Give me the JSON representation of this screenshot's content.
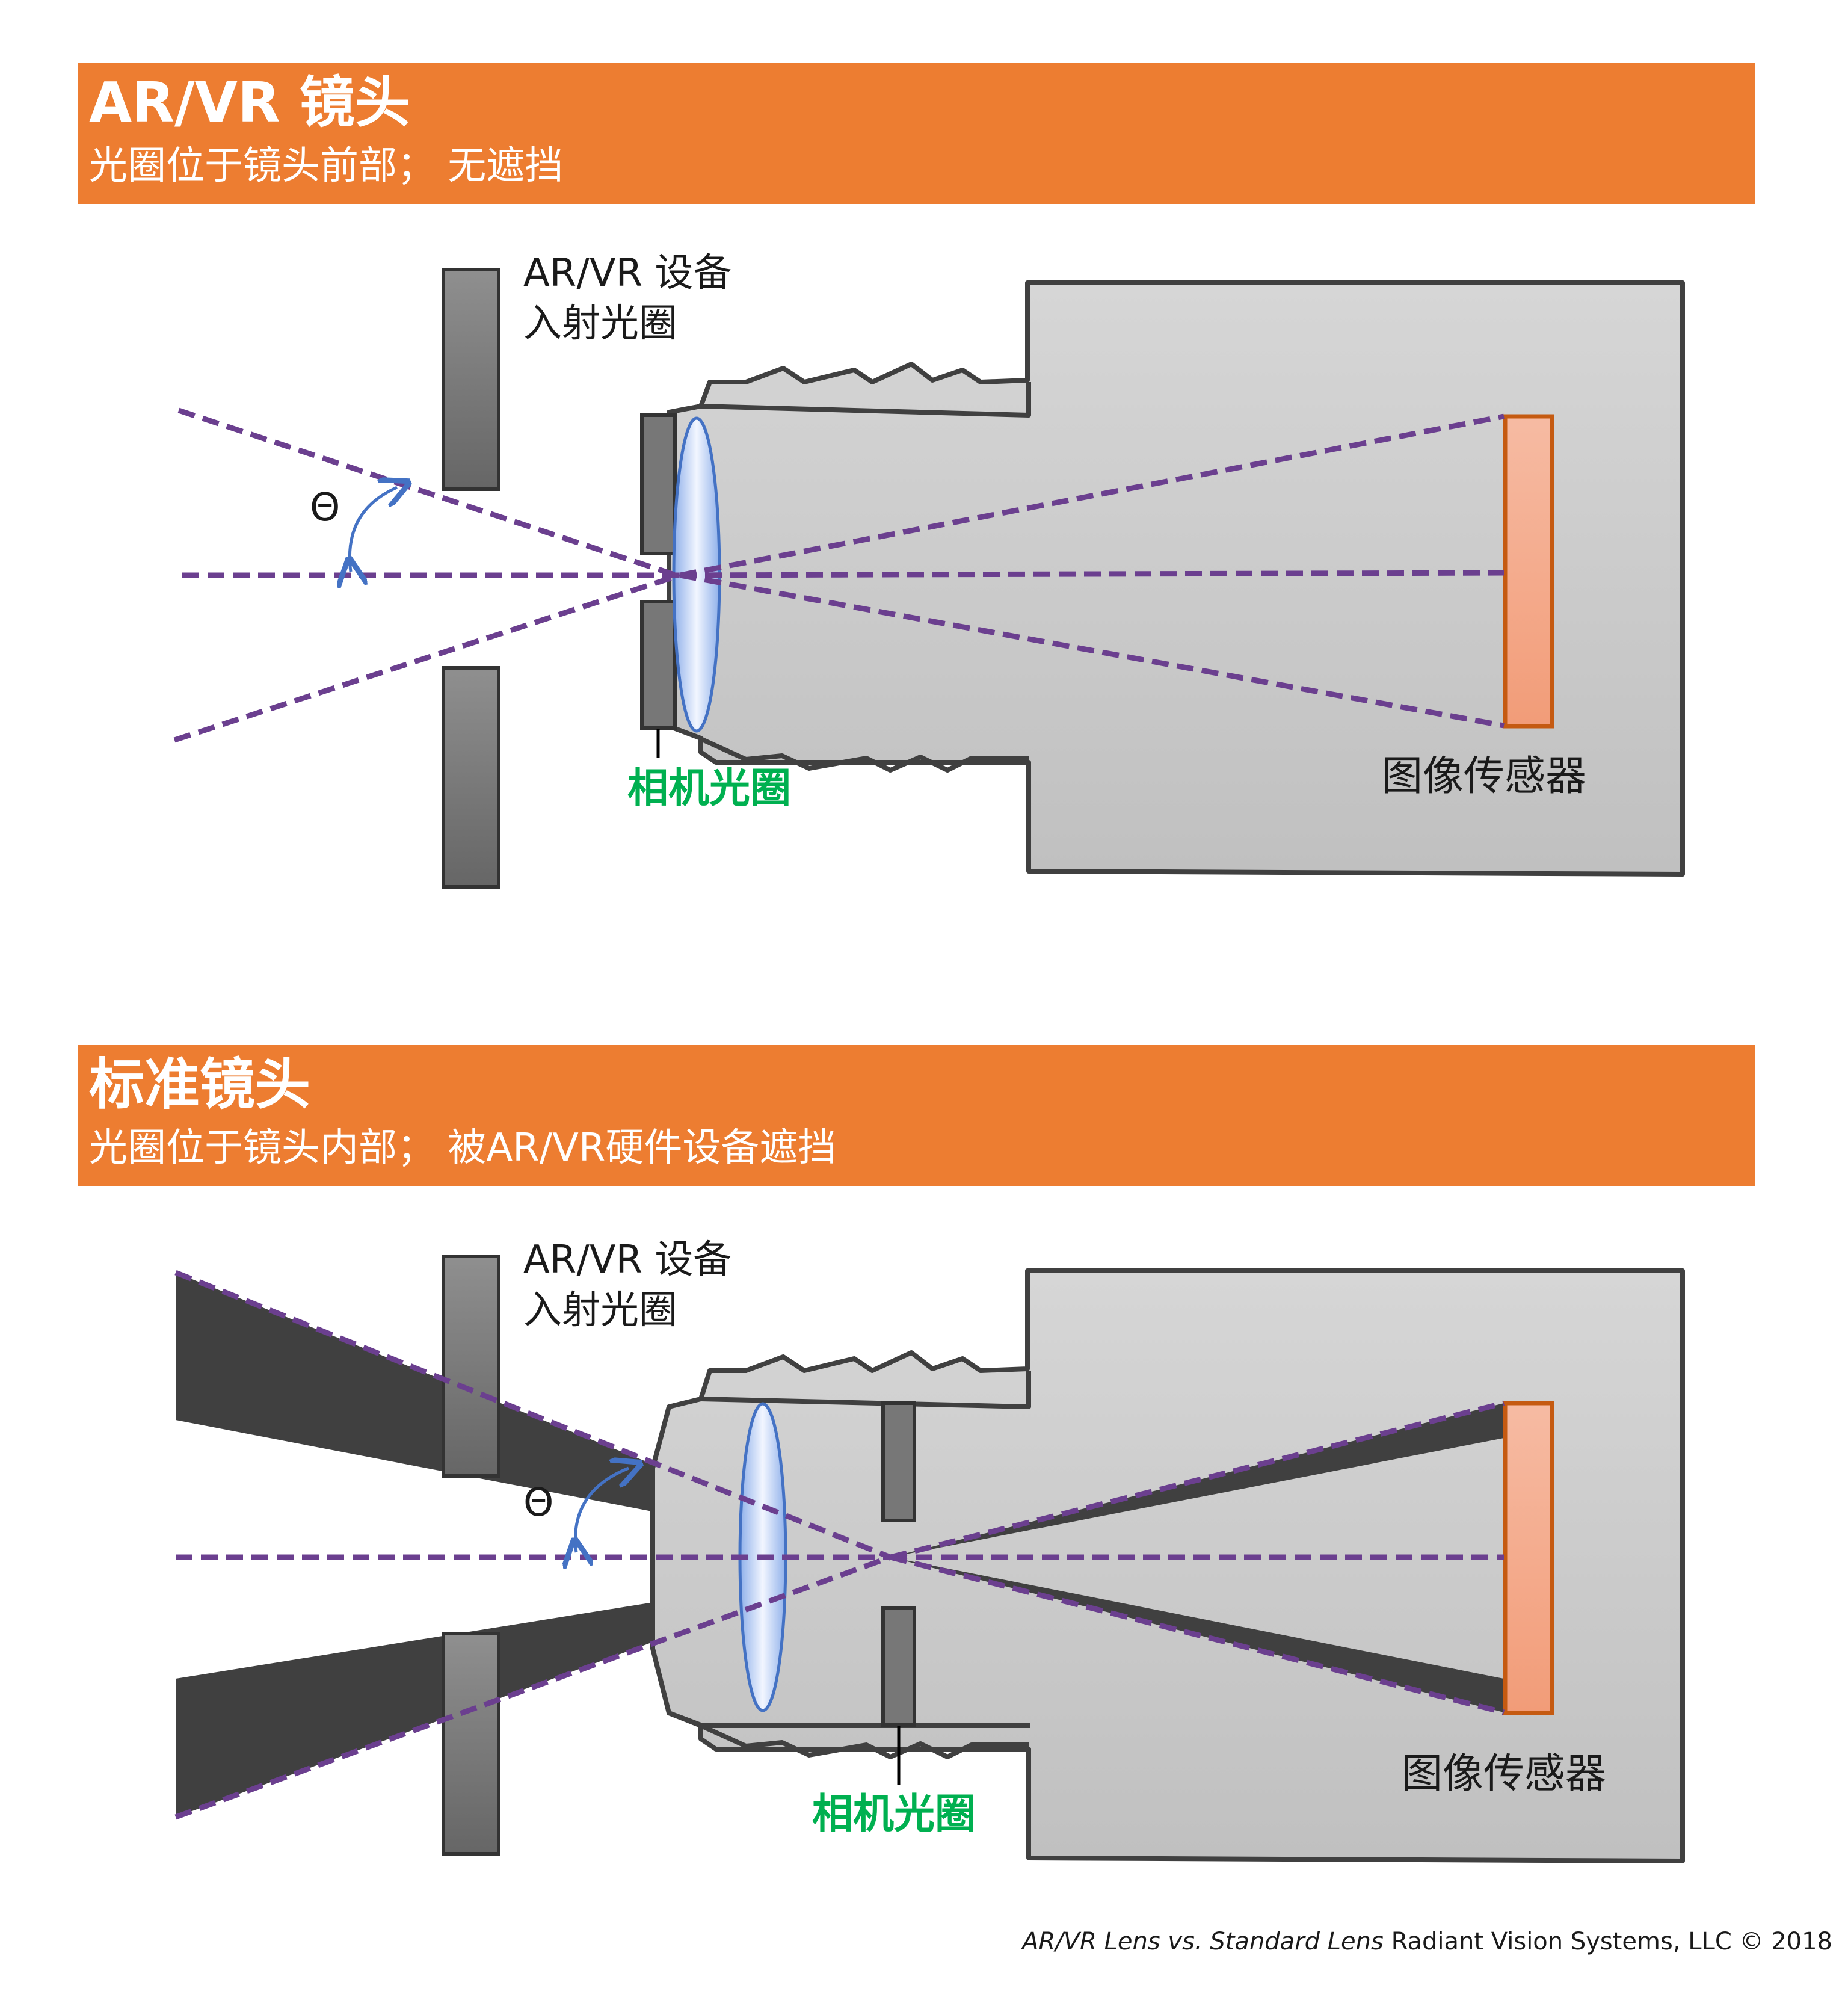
{
  "panels": [
    {
      "title": "AR/VR 镜头",
      "subtitle": "光圈位于镜头前部； 无遮挡",
      "device_label_line1": "AR/VR 设备",
      "device_label_line2": "入射光圈",
      "angle_symbol": "Θ",
      "camera_aperture_label": "相机光圈",
      "image_sensor_label": "图像传感器"
    },
    {
      "title": "标准镜头",
      "subtitle": "光圈位于镜头内部； 被AR/VR硬件设备遮挡",
      "device_label_line1": "AR/VR 设备",
      "device_label_line2": "入射光圈",
      "angle_symbol": "Θ",
      "camera_aperture_label": "相机光圈",
      "image_sensor_label": "图像传感器"
    }
  ],
  "footer": {
    "title_italic": "AR/VR Lens vs. Standard Lens",
    "credit": "Radiant Vision Systems, LLC © 2018"
  },
  "colors": {
    "banner": "#ED7D31",
    "ray": "#6B3F8F",
    "aperture_label": "#00B050",
    "camera_body": "#C8C8C8",
    "sensor": "#F4A98A",
    "lens": "#9DB8EC",
    "blocked_region": "#404040"
  }
}
